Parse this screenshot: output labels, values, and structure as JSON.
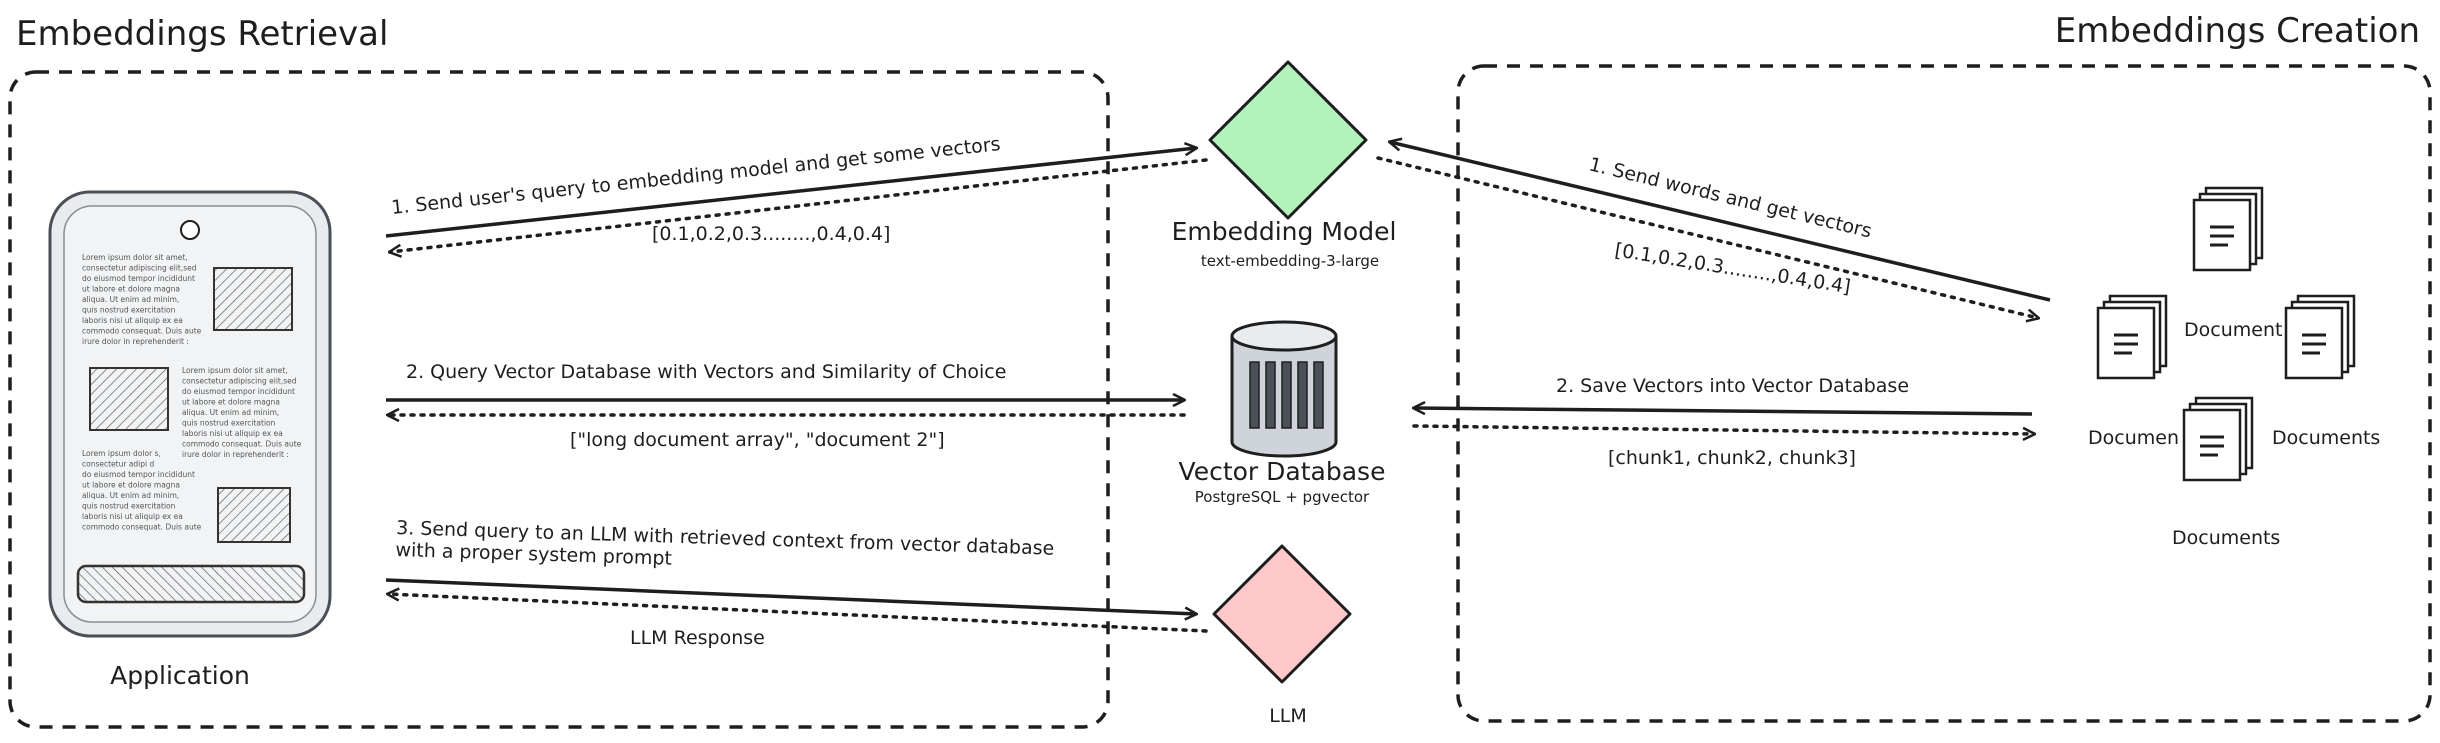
{
  "retrieval": {
    "title": "Embeddings Retrieval",
    "app_label": "Application",
    "app_lorem_1": [
      "Lorem ipsum dolor sit amet,",
      "consectetur adipiscing elit,sed",
      "do eiusmod tempor incididunt",
      "ut labore et dolore magna",
      "aliqua. Ut enim ad minim,",
      "quis nostrud exercitation",
      "laboris nisi ut aliquip ex ea",
      "commodo consequat. Duis aute",
      "irure dolor in reprehenderit :"
    ],
    "app_lorem_2": [
      "Lorem ipsum dolor sit amet,",
      "consectetur adipiscing elit,sed",
      "do eiusmod tempor incididunt",
      "ut labore et dolore magna",
      "aliqua. Ut enim ad minim,",
      "quis nostrud exercitation",
      "laboris nisi ut aliquip ex ea",
      "commodo consequat. Duis aute",
      "irure dolor in reprehenderit :"
    ],
    "app_lorem_3": [
      "Lorem ipsum dolor s,",
      "consectetur adipi d",
      "do eiusmod tempor incididunt",
      "ut labore et dolore magna",
      "aliqua. Ut enim ad minim,",
      "quis nostrud exercitation",
      "laboris nisi ut aliquip ex ea",
      "commodo consequat. Duis aute"
    ],
    "step1": "1. Send user's query to embedding model and get some vectors",
    "step1_response": "[0.1,0.2,0.3........,0.4,0.4]",
    "step2": "2. Query Vector Database with Vectors and Similarity of Choice",
    "step2_response": "[\"long document array\", \"document 2\"]",
    "step3_line1": "3. Send query to an LLM with retrieved context from vector database",
    "step3_line2": "with a proper system prompt",
    "step3_response": "LLM Response"
  },
  "creation": {
    "title": "Embeddings Creation",
    "step1": "1. Send words and get vectors",
    "step1_response": "[0.1,0.2,0.3........,0.4,0.4]",
    "step2": "2. Save Vectors into Vector Database",
    "step2_response": "[chunk1, chunk2, chunk3]",
    "documents": {
      "top": "Document",
      "left": "Documen",
      "right": "Documents",
      "bottom": "Documents"
    }
  },
  "embedding_model": {
    "title": "Embedding Model",
    "subtitle": "text-embedding-3-large",
    "color": "#b2f2bb"
  },
  "vector_db": {
    "title": "Vector Database",
    "subtitle": "PostgreSQL + pgvector",
    "color": "#ced4da"
  },
  "llm": {
    "title": "LLM",
    "color": "#ffc9c9"
  }
}
